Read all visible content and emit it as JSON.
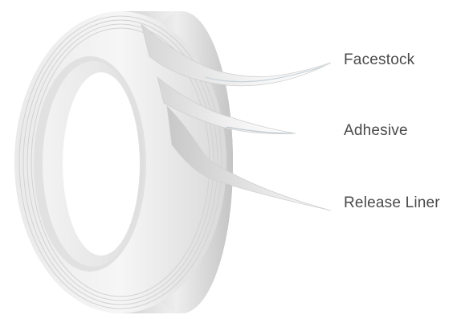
{
  "diagram": {
    "layers": [
      {
        "id": "facestock",
        "label": "Facestock"
      },
      {
        "id": "adhesive",
        "label": "Adhesive"
      },
      {
        "id": "release-liner",
        "label": "Release Liner"
      }
    ]
  }
}
